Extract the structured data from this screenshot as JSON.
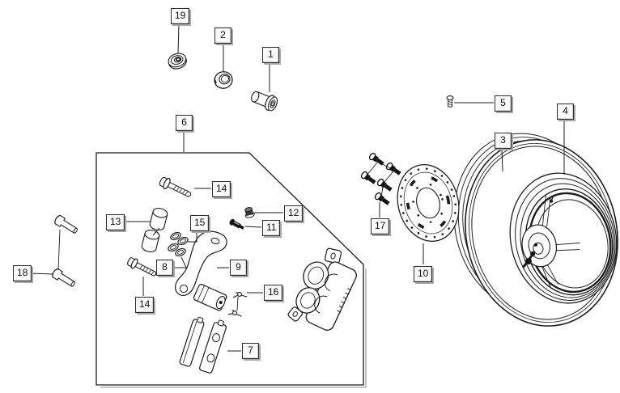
{
  "figure": {
    "kind": "exploded-parts-diagram"
  },
  "colors": {
    "background": "#ffffff",
    "line": "#1c1c1c",
    "dark_fill": "#141414",
    "label_face": "#fafafa",
    "label_border": "#2b2b2b",
    "label_shadow": "#a9a9a9"
  },
  "callouts": {
    "c1": {
      "label": "1"
    },
    "c2": {
      "label": "2"
    },
    "c3": {
      "label": "3"
    },
    "c4": {
      "label": "4"
    },
    "c5": {
      "label": "5"
    },
    "c6": {
      "label": "6"
    },
    "c7": {
      "label": "7"
    },
    "c8": {
      "label": "8"
    },
    "c9": {
      "label": "9"
    },
    "c10": {
      "label": "10"
    },
    "c11": {
      "label": "11"
    },
    "c12": {
      "label": "12"
    },
    "c13": {
      "label": "13"
    },
    "c14a": {
      "label": "14"
    },
    "c14b": {
      "label": "14"
    },
    "c15": {
      "label": "15"
    },
    "c16": {
      "label": "16"
    },
    "c17": {
      "label": "17"
    },
    "c18": {
      "label": "18"
    },
    "c19": {
      "label": "19"
    }
  }
}
